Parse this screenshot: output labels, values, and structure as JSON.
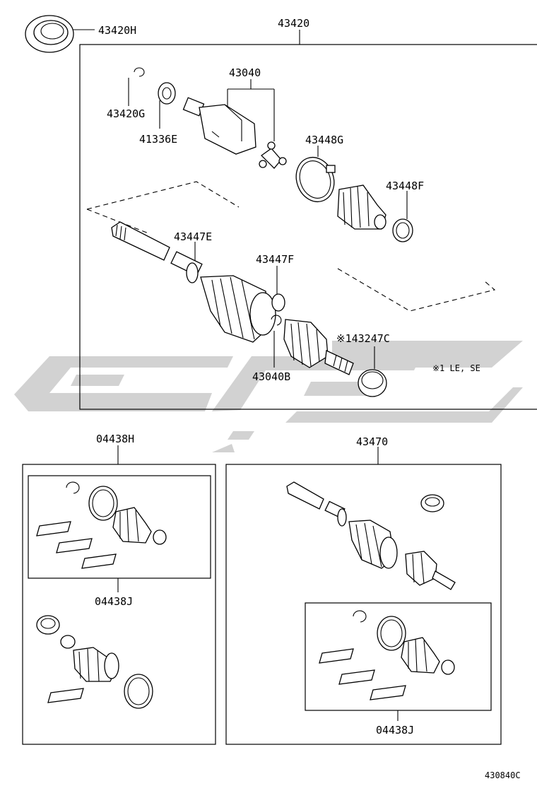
{
  "labels": {
    "p43420H": "43420H",
    "p43420": "43420",
    "p43040": "43040",
    "p43420G": "43420G",
    "p41336E": "41336E",
    "p43448G": "43448G",
    "p43448F": "43448F",
    "p43447E": "43447E",
    "p43447F": "43447F",
    "p43247C": "※143247C",
    "p43040B": "43040B",
    "note": "※1 LE, SE",
    "p04438H": "04438H",
    "p04438J_left": "04438J",
    "p43470": "43470",
    "p04438J_right": "04438J",
    "figure_code": "430840C"
  },
  "icons": {
    "watermark": "brand-logo-watermark"
  },
  "colors": {
    "line": "#000000",
    "background": "#ffffff",
    "watermark": "#d2d2d2"
  }
}
